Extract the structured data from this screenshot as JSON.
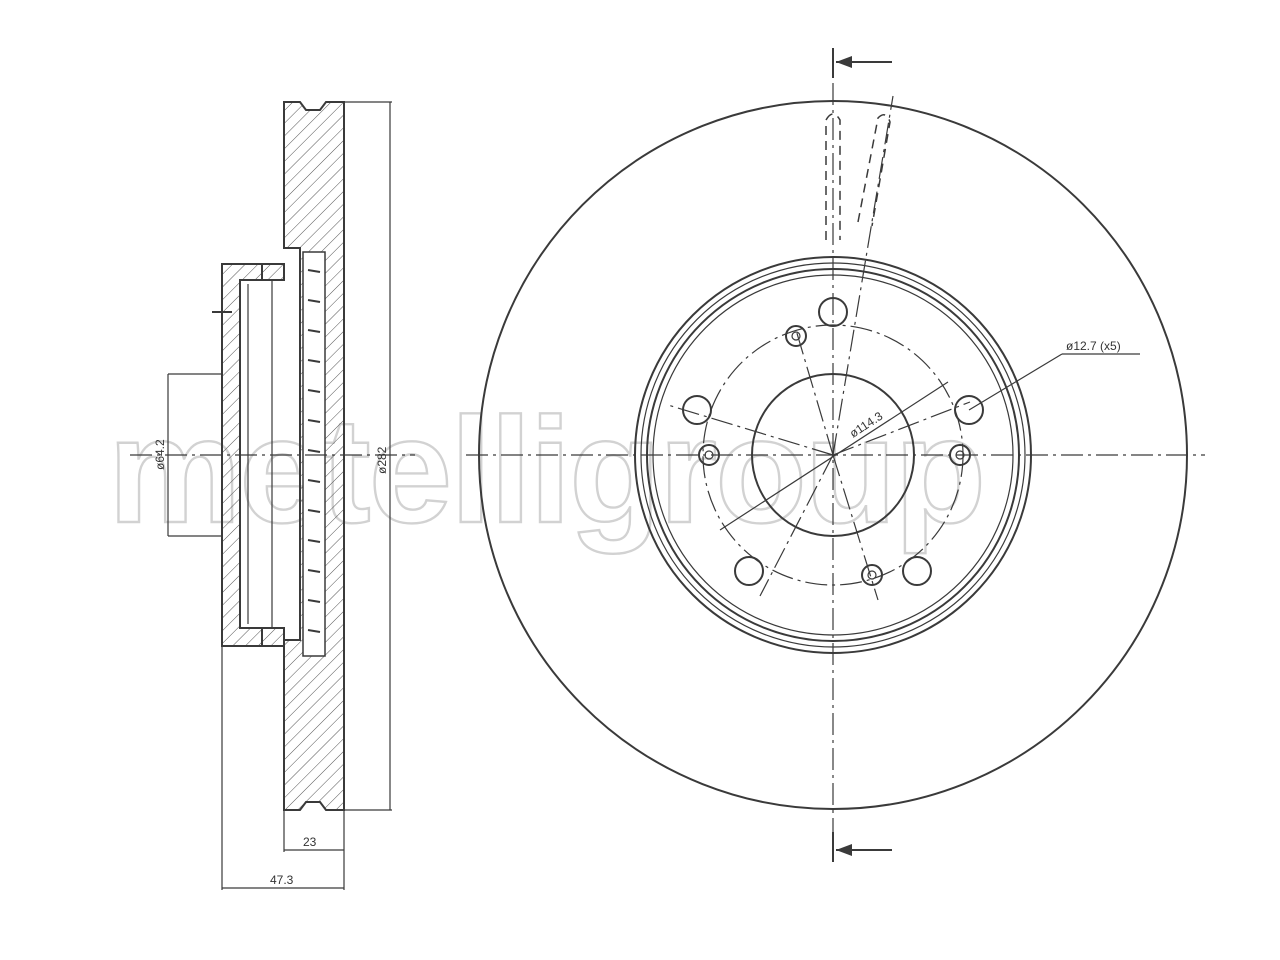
{
  "watermark": "metelligroup",
  "dimensions": {
    "hub_diameter": "ø64.2",
    "outer_diameter": "ø282",
    "disc_thickness": "23",
    "total_height": "47.3",
    "bolt_circle": "ø114.3",
    "bolt_holes": "ø12.7 (x5)"
  },
  "colors": {
    "line": "#3a3a3a",
    "watermark": "#d2d2d2"
  }
}
